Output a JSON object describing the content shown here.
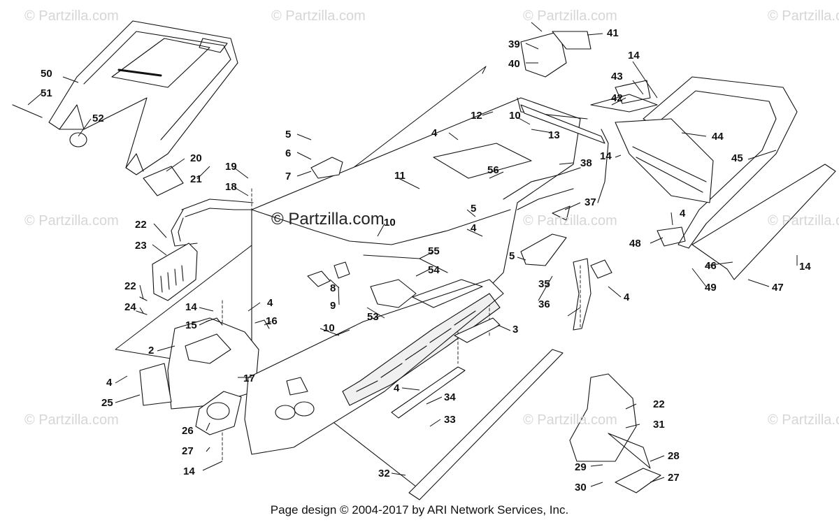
{
  "watermarks": {
    "text": "© Partzilla.com",
    "main_text": "© Partzilla.com"
  },
  "callouts": [
    "50",
    "51",
    "52",
    "20",
    "21",
    "19",
    "18",
    "22",
    "23",
    "22",
    "24",
    "14",
    "15",
    "2",
    "4",
    "25",
    "26",
    "27",
    "14",
    "17",
    "16",
    "4",
    "5",
    "6",
    "7",
    "8",
    "9",
    "10",
    "11",
    "4",
    "12",
    "10",
    "13",
    "10",
    "39",
    "40",
    "41",
    "14",
    "43",
    "42",
    "44",
    "45",
    "14",
    "38",
    "37",
    "56",
    "5",
    "4",
    "5",
    "55",
    "54",
    "53",
    "10",
    "3",
    "35",
    "36",
    "4",
    "48",
    "4",
    "46",
    "49",
    "14",
    "47",
    "4",
    "34",
    "33",
    "32",
    "22",
    "31",
    "29",
    "28",
    "30",
    "27"
  ],
  "footer": {
    "text": "Page design © 2004-2017 by ARI Network Services, Inc."
  }
}
